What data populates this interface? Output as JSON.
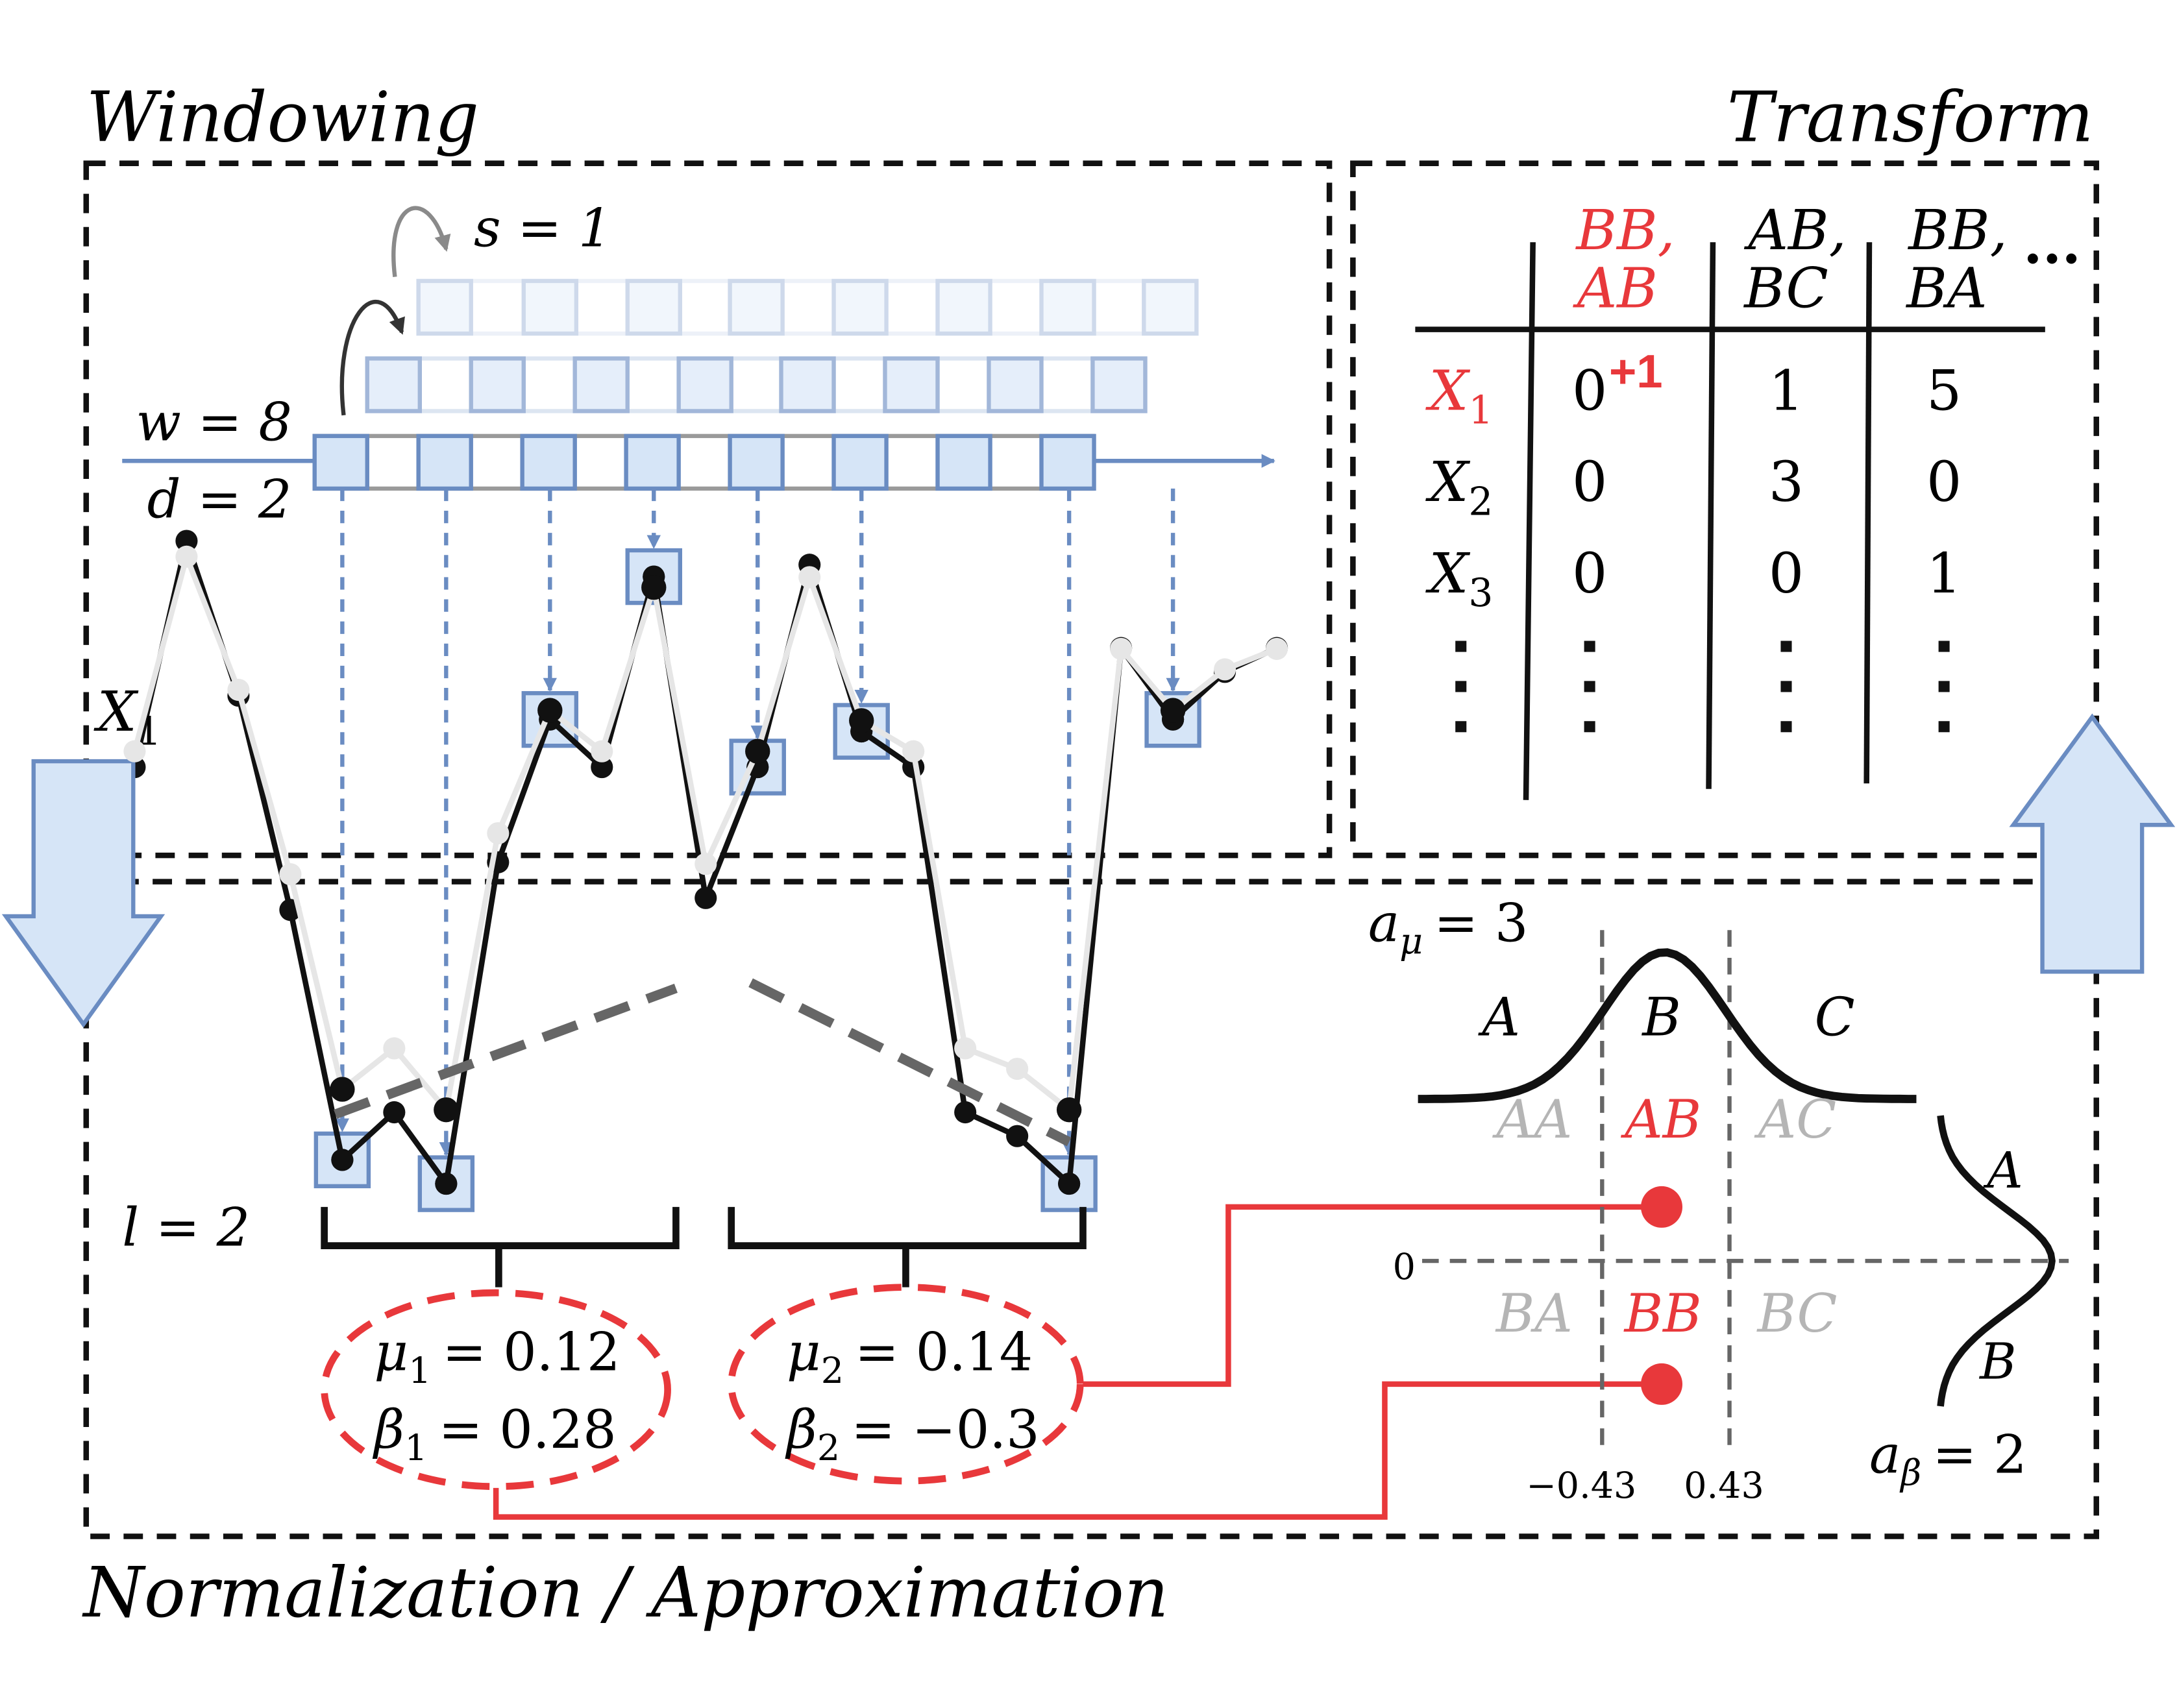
{
  "sections": {
    "windowing": "Windowing",
    "transform": "Transform",
    "normalization": "Normalization / Approximation"
  },
  "params": {
    "stride": "s = 1",
    "window": "w = 8",
    "dilation": "d = 2",
    "series_label": "X",
    "series_sub": "1",
    "segments": "l = 2",
    "alpha_mu": "a",
    "alpha_mu_sub": "μ",
    "alpha_mu_val": "= 3",
    "alpha_beta": "a",
    "alpha_beta_sub": "β",
    "alpha_beta_val": "= 2"
  },
  "segment_stats": {
    "mu1": "μ",
    "mu1_sub": "1",
    "mu1_val": "= 0.12",
    "beta1": "β",
    "beta1_sub": "1",
    "beta1_val": "= 0.28",
    "mu2": "μ",
    "mu2_sub": "2",
    "mu2_val": "= 0.14",
    "beta2": "β",
    "beta2_sub": "2",
    "beta2_val": "= −0.3"
  },
  "gaussian_mu": {
    "A": "A",
    "B": "B",
    "C": "C"
  },
  "gaussian_beta": {
    "A": "A",
    "B": "B"
  },
  "breakpoints": {
    "neg": "−0.43",
    "pos": "0.43",
    "zero": "0"
  },
  "word_grid": {
    "AA": "AA",
    "AB": "AB",
    "AC": "AC",
    "BA": "BA",
    "BB": "BB",
    "BC": "BC"
  },
  "table": {
    "columns": [
      {
        "line1": "BB,",
        "line2": "AB",
        "highlight": true
      },
      {
        "line1": "AB,",
        "line2": "BC",
        "highlight": false
      },
      {
        "line1": "BB,",
        "line2": "BA",
        "highlight": false
      }
    ],
    "more": "...",
    "rows": [
      {
        "label": "X",
        "sub": "1",
        "values": [
          "0",
          "1",
          "5"
        ],
        "highlight": true
      },
      {
        "label": "X",
        "sub": "2",
        "values": [
          "0",
          "3",
          "0"
        ],
        "highlight": false
      },
      {
        "label": "X",
        "sub": "3",
        "values": [
          "0",
          "0",
          "1"
        ],
        "highlight": false
      }
    ],
    "increment": "+1"
  },
  "colors": {
    "accent_red": "#e8383b",
    "blue_fill": "#d6e5f7",
    "blue_stroke": "#6a8cc2",
    "faded_series": "#e6e6e6",
    "faded_word": "#b5b5b5"
  },
  "series": [
    0.78,
    0.97,
    0.84,
    0.66,
    0.45,
    0.49,
    0.43,
    0.7,
    0.82,
    0.78,
    0.94,
    0.67,
    0.78,
    0.95,
    0.81,
    0.78,
    0.49,
    0.47,
    0.43,
    0.88,
    0.82,
    0.86,
    0.88
  ]
}
